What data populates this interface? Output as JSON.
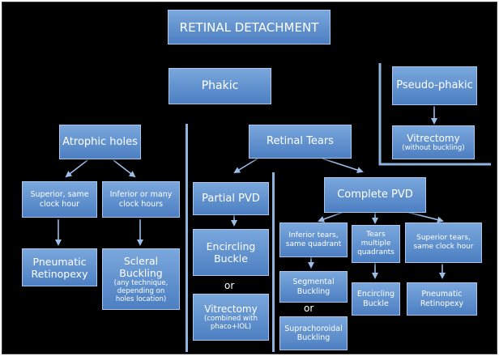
{
  "title": "RETINAL DETACHMENT",
  "nodes": {
    "phakic": "Phakic",
    "pseudo_phakic": "Pseudo-phakic",
    "vitrectomy_pp": "Vitrectomy",
    "vitrectomy_pp_note": "(without buckling)",
    "atrophic_holes": "Atrophic holes",
    "retinal_tears": "Retinal Tears",
    "superior_same_clock": "Superior, same\nclock hour",
    "inferior_many_clock": "Inferior or many\nclock hours",
    "pneumatic_retinopexy_1": "Pneumatic\nRetinopexy",
    "scleral_buckling": "Scleral\nBuckling",
    "scleral_buckling_note": "(any technique,\ndepending on\nholes location)",
    "partial_pvd": "Partial PVD",
    "encircling_buckle_1": "Encircling\nBuckle",
    "or_1": "or",
    "vitrectomy_pvd": "Vitrectomy",
    "vitrectomy_pvd_note": "(combined with\nphaco+IOL)",
    "complete_pvd": "Complete PVD",
    "inferior_same_quadrant": "Inferior tears,\nsame quadrant",
    "tears_multiple_quadrants": "Tears\nmultiple\nquadrants",
    "superior_tears_same_clock": "Superior tears,\nsame clock hour",
    "segmental_buckling": "Segmental\nBuckling",
    "or_2": "or",
    "suprachoroidal_buckling": "Suprachoroidal\nBuckling",
    "encircling_buckle_2": "Encircling\nBuckle",
    "pneumatic_retinopexy_2": "Pneumatic\nRetinopexy"
  }
}
